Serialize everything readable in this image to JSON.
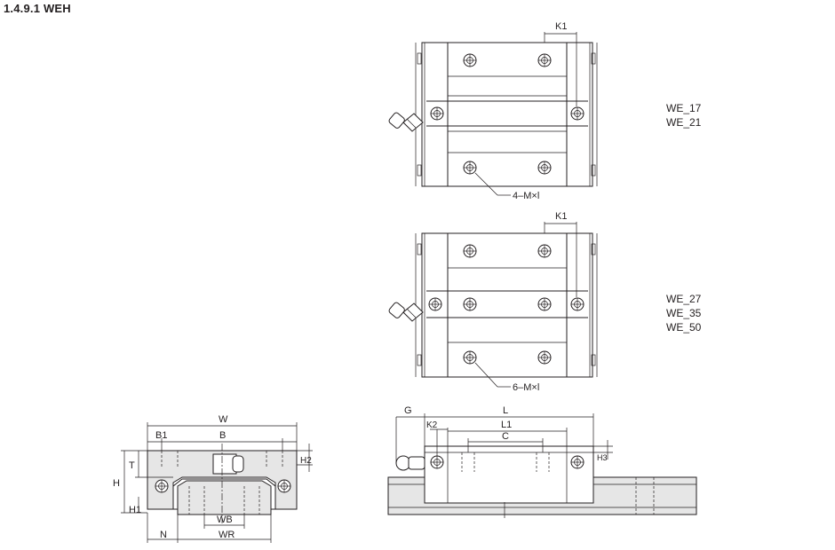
{
  "title": "1.4.9.1 WEH",
  "views": {
    "top_a": {
      "k1_label": "K1",
      "holes_label": "4–M×l",
      "models": [
        "WE_17",
        "WE_21"
      ]
    },
    "top_b": {
      "k1_label": "K1",
      "holes_label": "6–M×l",
      "models": [
        "WE_27",
        "WE_35",
        "WE_50"
      ]
    },
    "front": {
      "W": "W",
      "B1": "B1",
      "B": "B",
      "T": "T",
      "H": "H",
      "H1": "H1",
      "H2": "H2",
      "WB": "WB",
      "N": "N",
      "WR": "WR"
    },
    "side": {
      "G": "G",
      "L": "L",
      "K2": "K2",
      "L1": "L1",
      "C": "C",
      "H3": "H3"
    }
  }
}
